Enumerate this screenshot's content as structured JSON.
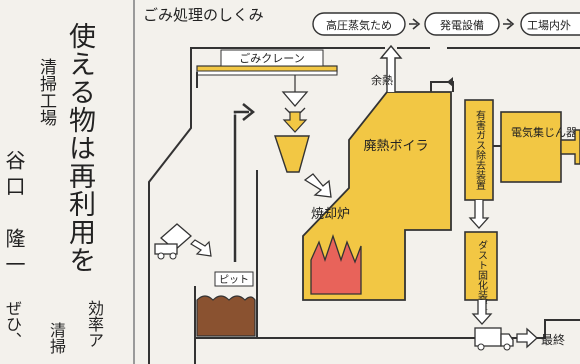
{
  "article": {
    "headline": "使える物は再利用を",
    "affiliation": "清掃工場",
    "author": "谷口　隆一",
    "body_fragment_1": "効率ア",
    "body_fragment_2": "清掃",
    "body_fragment_3": "ぜひ、"
  },
  "diagram": {
    "title": "ごみ処理のしくみ",
    "top_flow": [
      "高圧蒸気ため",
      "発電設備",
      "工場内外"
    ],
    "crane_label": "ごみクレーン",
    "excess_heat_label": "余熱",
    "boiler_label": "廃熱ボイラ",
    "gas_removal_label": "有害ガス除去装置",
    "dust_collector_label": "電気集じん器",
    "incinerator_label": "焼却炉",
    "pit_label": "ピット",
    "dust_solidify_label": "ダスト固化装置",
    "final_label": "最終"
  },
  "colors": {
    "accent_yellow": "#f2c744",
    "outline": "#333333",
    "background": "#f3f1ec",
    "flame": "#e8635a",
    "pit_fill": "#8a5230"
  }
}
